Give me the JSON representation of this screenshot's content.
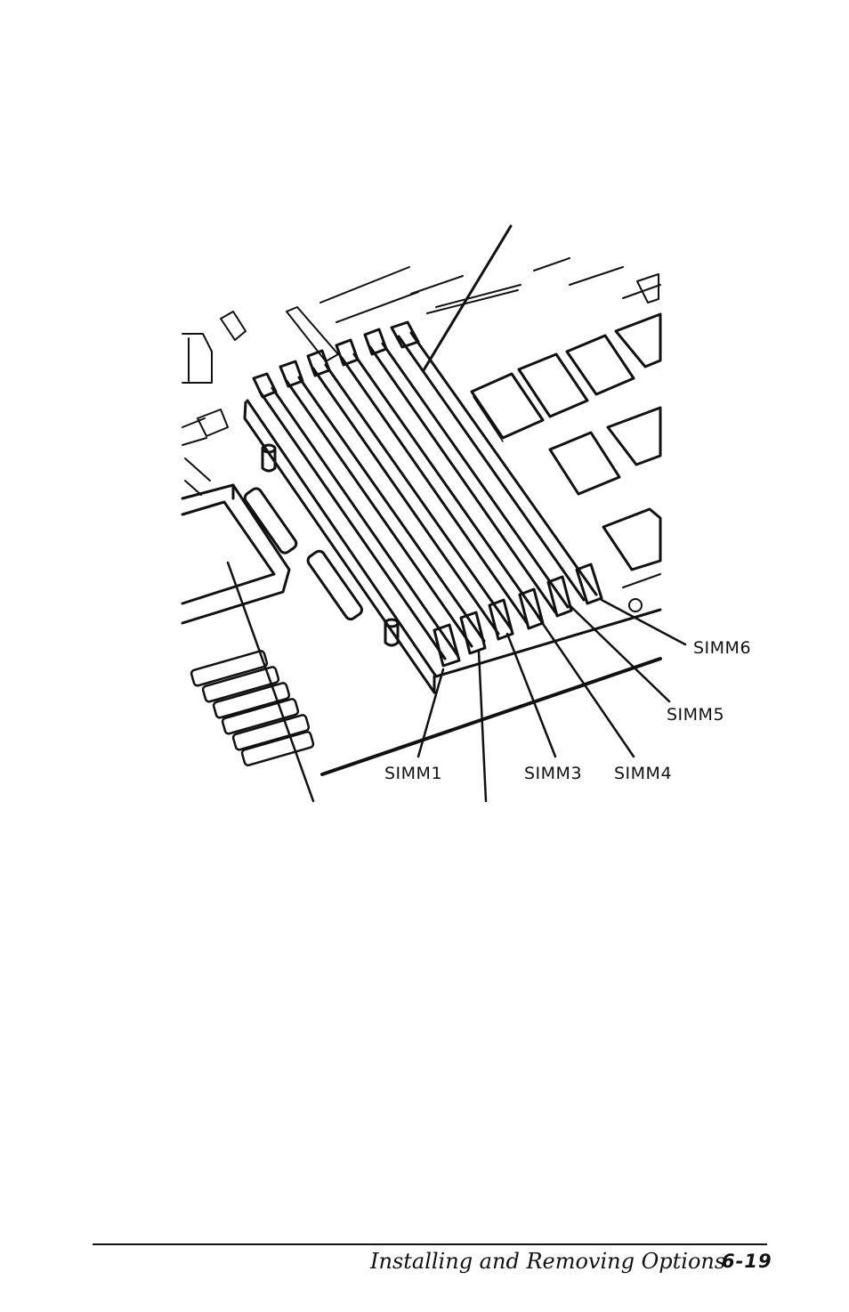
{
  "figure": {
    "labels": {
      "simm1": "SIMM1",
      "simm3": "SIMM3",
      "simm4": "SIMM4",
      "simm5": "SIMM5",
      "simm6": "SIMM6"
    }
  },
  "footer": {
    "title": "Installing and Removing Options",
    "page": "6-19"
  }
}
